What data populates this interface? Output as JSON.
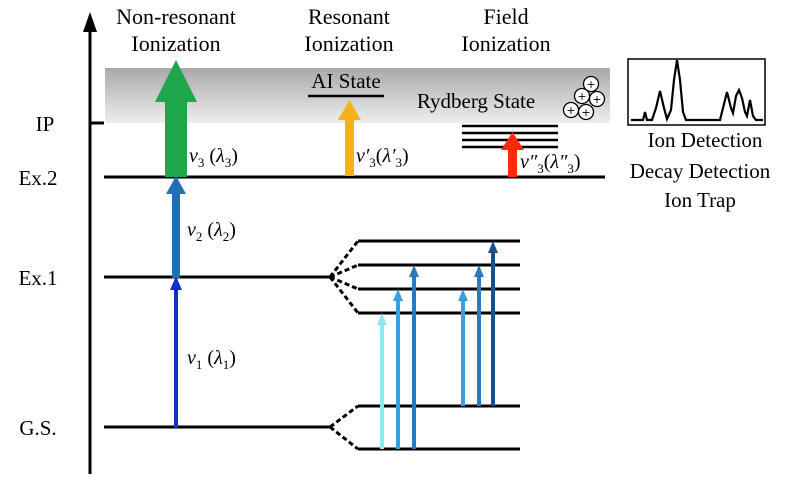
{
  "process_titles": {
    "non_resonant": [
      "Non-resonant",
      "Ionization"
    ],
    "resonant": [
      "Resonant",
      "Ionization"
    ],
    "field": [
      "Field",
      "Ionization"
    ]
  },
  "levels": {
    "ip": "IP",
    "ex2": "Ex.2",
    "ex1": "Ex.1",
    "gs": "G.S."
  },
  "state_labels": {
    "ai_state": "AI State",
    "rydberg_state": "Rydberg State"
  },
  "transitions": {
    "v1": {
      "sym": "v",
      "sub": "1",
      "open": " (",
      "lam": "λ",
      "lsub": "1",
      "close": ")"
    },
    "v2": {
      "sym": "v",
      "sub": "2",
      "open": " (",
      "lam": "λ",
      "lsub": "2",
      "close": ")"
    },
    "v3": {
      "sym": "v",
      "sub": "3",
      "open": " (",
      "lam": "λ",
      "lsub": "3",
      "close": ")"
    },
    "v3p": {
      "sym": "v′",
      "sub": "3",
      "open": "(",
      "lam": "λ′",
      "lsub": "3",
      "close": ")"
    },
    "v3pp": {
      "sym": "v″",
      "sub": "3",
      "open": "(",
      "lam": "λ″",
      "lsub": "3",
      "close": ")"
    }
  },
  "detection": [
    "Ion Detection",
    "Decay Detection",
    "Ion Trap"
  ],
  "ion_symbol": "+",
  "colors": {
    "continuum_top": "#a9a9a9",
    "continuum_bottom": "#eeeeee",
    "green_arrow": "#1fa64a",
    "yellow_arrow": "#f5b21d",
    "red_arrow": "#ff2a0a",
    "v2_arrow": "#1e6fb4",
    "v1_arrow": "#1030c8",
    "light_cyan": "#8fe6f5",
    "light_blue": "#3aa0e0",
    "mid_blue": "#2a78c0",
    "dark_blue": "#1a4f8a"
  }
}
